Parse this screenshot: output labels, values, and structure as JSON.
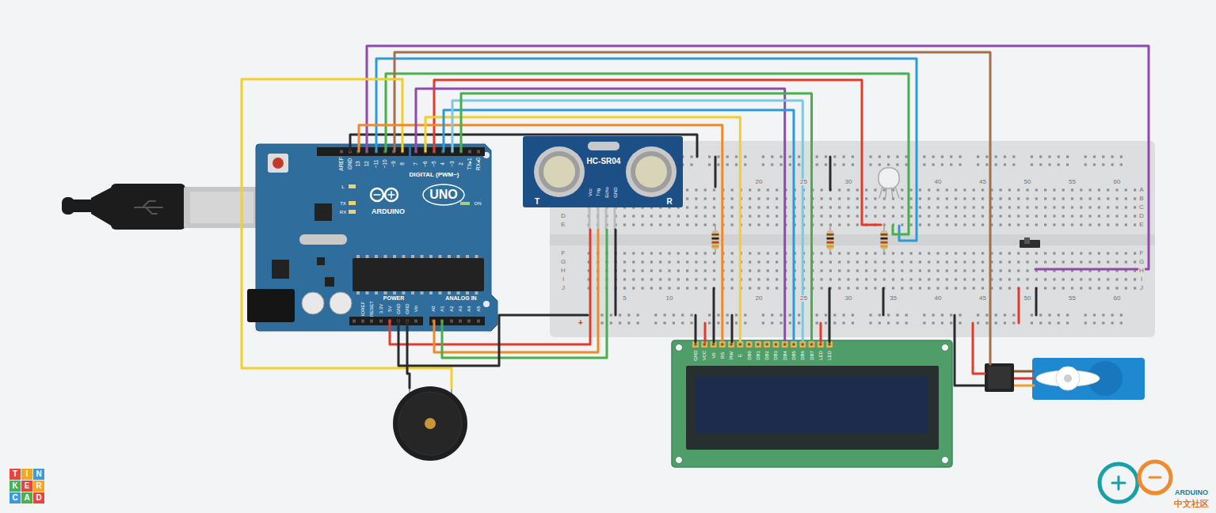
{
  "diagram": {
    "nodes": [
      {
        "text": [
          "AREF",
          "GND",
          "13",
          "12",
          "~11",
          "~10",
          "~9",
          "8",
          "7",
          "~6",
          "~5",
          "4",
          "~3",
          "2",
          "TX▸1",
          "RX◂0",
          "DIGITAL (PWM~)",
          "L",
          "ARDUINO",
          "UNO",
          "TX",
          "RX",
          "ON",
          "POWER",
          "ANALOG IN",
          "IOREF",
          "RESET",
          "3.3V",
          "5V",
          "GND",
          "GND",
          "Vin",
          "A0",
          "A1",
          "A2",
          "A3",
          "A4",
          "A5"
        ]
      },
      {
        "text": [
          "HC-SR04",
          "T",
          "Vcc",
          "Trig",
          "Echo",
          "GND",
          "R"
        ]
      },
      {
        "text": [
          "GND",
          "VCC",
          "V0",
          "RS",
          "RW",
          "E",
          "DB0",
          "DB1",
          "DB2",
          "DB3",
          "DB4",
          "DB5",
          "DB6",
          "DB7",
          "LED",
          "LED"
        ]
      }
    ],
    "edges": [
      {
        "from": 0,
        "to": 2,
        "arrow": "none"
      },
      {
        "from": 0,
        "to": 2,
        "arrow": "none"
      },
      {
        "from": 0,
        "to": 2,
        "arrow": "none"
      },
      {
        "from": 0,
        "to": 2,
        "arrow": "none"
      },
      {
        "from": 0,
        "to": 2,
        "arrow": "none"
      },
      {
        "from": 0,
        "to": 2,
        "arrow": "none"
      }
    ],
    "labels": [
      "20",
      "25",
      "30",
      "40",
      "45",
      "50",
      "55",
      "60",
      "5",
      "10",
      "20",
      "25",
      "30",
      "35",
      "40",
      "45",
      "50",
      "55",
      "60",
      "A",
      "B",
      "C",
      "D",
      "E",
      "F",
      "G",
      "H",
      "I",
      "J",
      "D",
      "E",
      "F",
      "G",
      "H",
      "I",
      "J",
      "+",
      "T",
      "I",
      "N",
      "K",
      "E",
      "R",
      "C",
      "A",
      "D",
      "ARDUINO",
      "中文社区"
    ]
  }
}
